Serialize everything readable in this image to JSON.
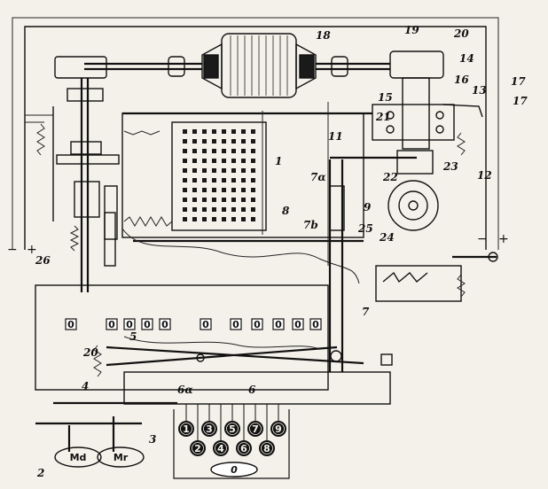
{
  "labels": {
    "l1": "1",
    "l2": "2",
    "l3": "3",
    "l4": "4",
    "l5": "5",
    "l6": "6",
    "l6a": "6α",
    "l7": "7",
    "l7a": "7α",
    "l7b": "7b",
    "l8": "8",
    "l9": "9",
    "l11": "11",
    "l12": "12",
    "l13": "13",
    "l14": "14",
    "l15": "15",
    "l16": "16",
    "l17a": "17",
    "l17b": "17",
    "l18": "18",
    "l19": "19",
    "l20a": "20",
    "l20b": "20",
    "l21": "21",
    "l22": "22",
    "l23": "23",
    "l24": "24",
    "l25": "25",
    "l26": "26"
  },
  "signs": {
    "left_plus": "+",
    "left_minus": "−",
    "right_minus": "−",
    "right_plus": "+"
  },
  "buttons": {
    "md": "Md",
    "mr": "Mr"
  },
  "keys": {
    "top_row": [
      "1",
      "3",
      "5",
      "7",
      "9"
    ],
    "bottom_row": [
      "2",
      "4",
      "6",
      "8"
    ],
    "zero": "0"
  },
  "register_window": "0"
}
